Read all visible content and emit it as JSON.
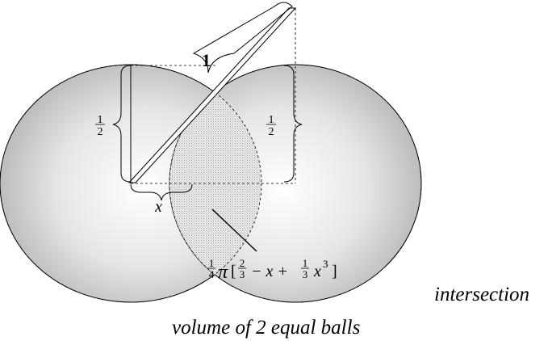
{
  "diagram": {
    "segment_label": "1",
    "half_left": {
      "numerator": "1",
      "denominator": "2"
    },
    "half_right": {
      "numerator": "1",
      "denominator": "2"
    },
    "offset_label": "x",
    "formula": {
      "coef_num": "1",
      "coef_den": "4",
      "pi": "π",
      "open": "[",
      "frac1_num": "2",
      "frac1_den": "3",
      "middle": "− x +",
      "frac2_num": "1",
      "frac2_den": "3",
      "var": "x",
      "exp": "3",
      "close": "]"
    }
  },
  "captions": {
    "line1": "intersection",
    "line2": "volume of 2 equal balls"
  }
}
